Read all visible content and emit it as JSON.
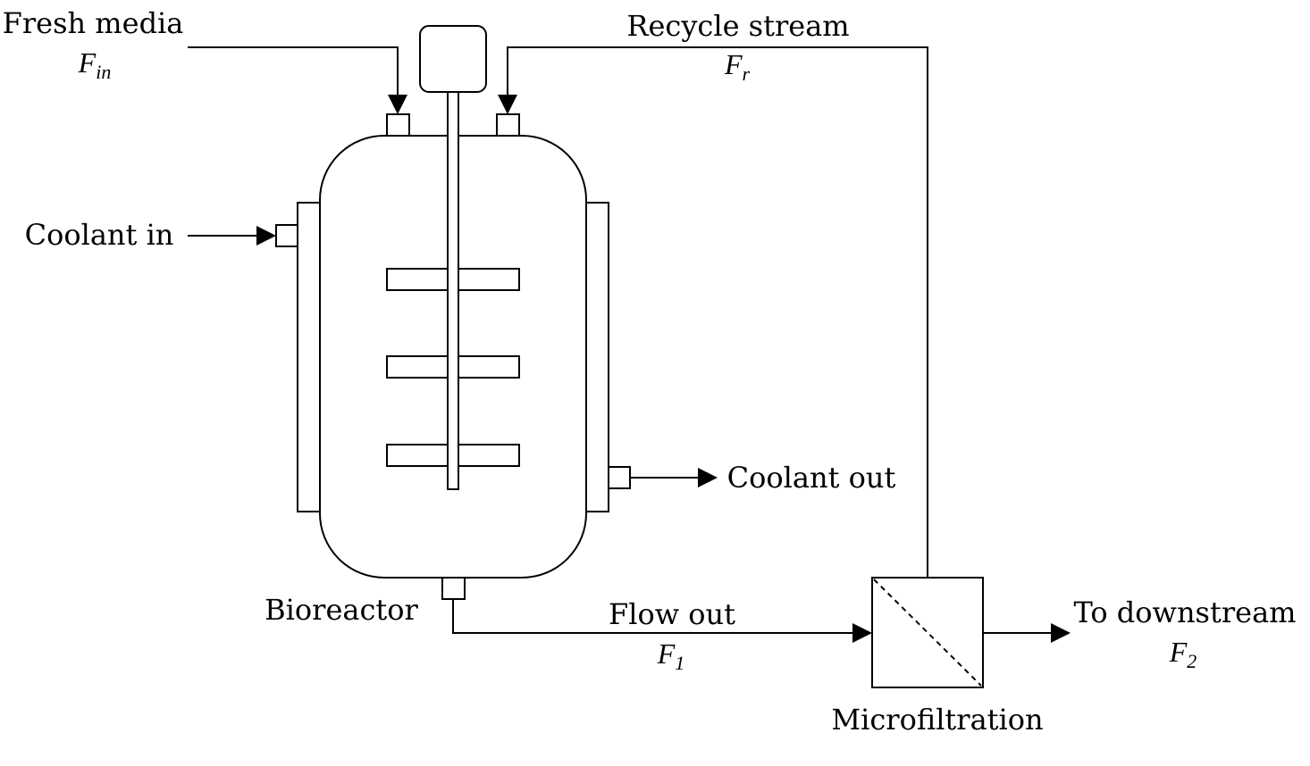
{
  "labels": {
    "fresh_media": "Fresh media",
    "recycle_stream": "Recycle stream",
    "coolant_in": "Coolant in",
    "coolant_out": "Coolant out",
    "bioreactor": "Bioreactor",
    "flow_out": "Flow out",
    "microfiltration": "Microfiltration",
    "to_downstream": "To downstream"
  },
  "symbols": {
    "f_in": {
      "main": "F",
      "sub": "in"
    },
    "f_r": {
      "main": "F",
      "sub": "r"
    },
    "f_1": {
      "main": "F",
      "sub": "1"
    },
    "f_2": {
      "main": "F",
      "sub": "2"
    }
  }
}
